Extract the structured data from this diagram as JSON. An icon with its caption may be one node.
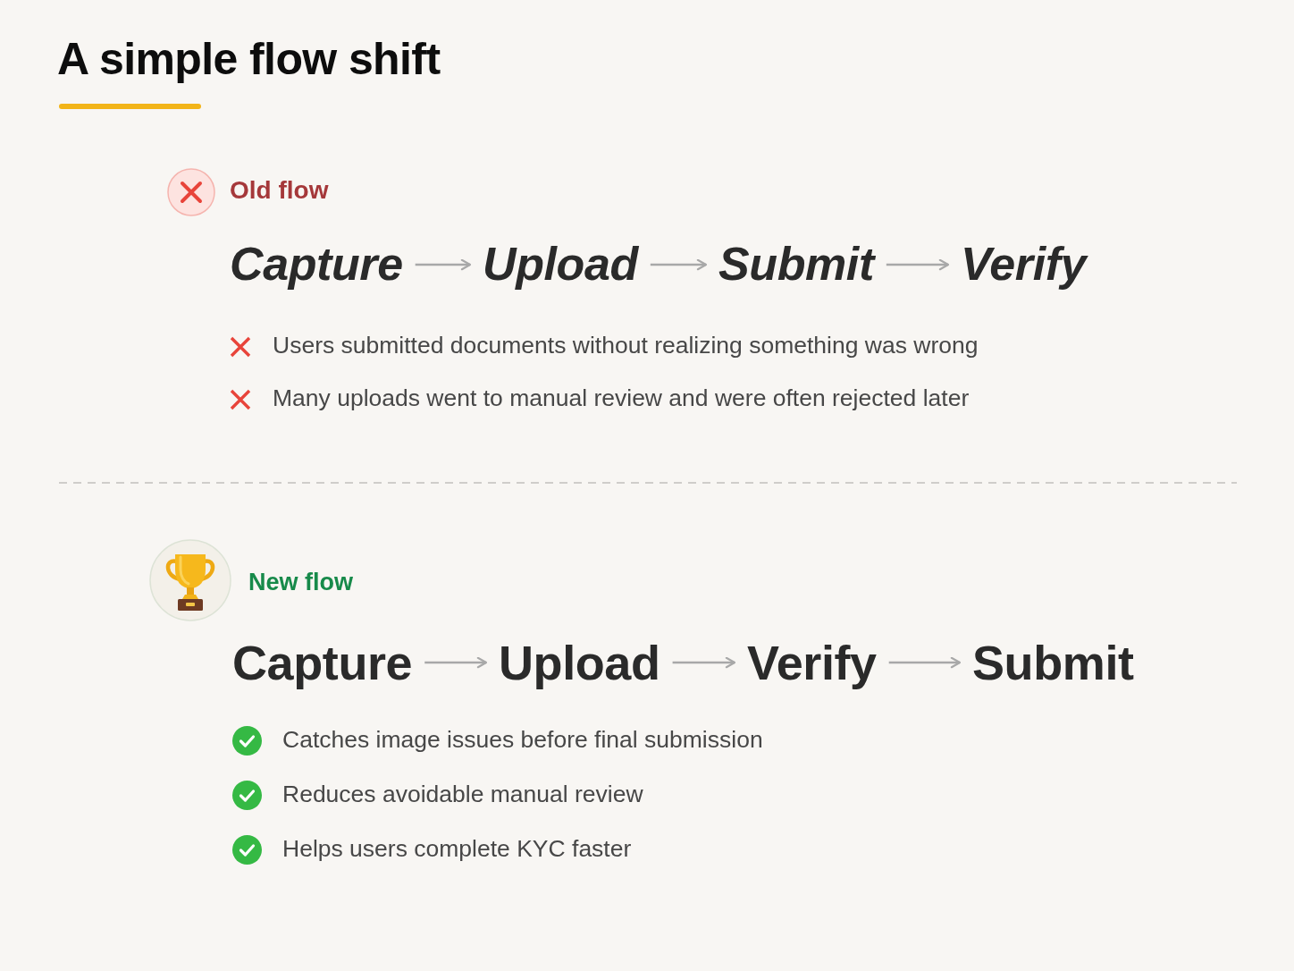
{
  "diagram": {
    "title": "A simple flow shift",
    "nodes": [
      {
        "text": [
          "Capture"
        ]
      },
      {
        "text": [
          "Upload"
        ]
      },
      {
        "text": [
          "Submit"
        ]
      },
      {
        "text": [
          "Verify"
        ]
      },
      {
        "text": [
          "Capture"
        ]
      },
      {
        "text": [
          "Upload"
        ]
      },
      {
        "text": [
          "Verify"
        ]
      },
      {
        "text": [
          "Submit"
        ]
      }
    ],
    "edges": [
      {
        "from": 0,
        "to": 1,
        "arrow": "to"
      },
      {
        "from": 1,
        "to": 2,
        "arrow": "to"
      },
      {
        "from": 2,
        "to": 3,
        "arrow": "to"
      },
      {
        "from": 4,
        "to": 5,
        "arrow": "to"
      },
      {
        "from": 5,
        "to": 6,
        "arrow": "to"
      },
      {
        "from": 6,
        "to": 7,
        "arrow": "to"
      }
    ],
    "labels": [
      "Old flow",
      "Users submitted documents without realizing something was wrong",
      "Many uploads went to manual review and were often rejected later",
      "New flow",
      "Catches image issues before final submission",
      "Reduces avoidable manual review",
      "Helps users complete KYC faster"
    ]
  }
}
